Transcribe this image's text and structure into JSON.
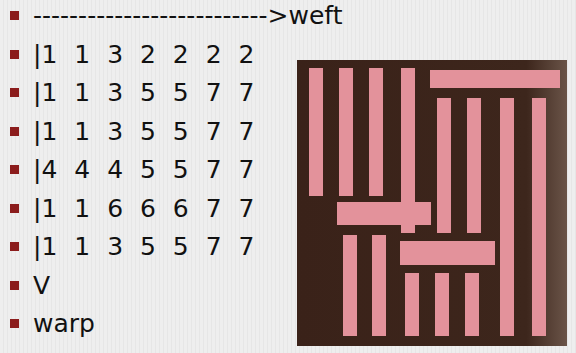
{
  "diagram": {
    "labels": [
      "-------------------------->weft",
      "|1 1 3 2 2 2 2",
      "|1 1 3 5 5 7 7",
      "|1 1 3 5 5 7 7",
      "|4 4 4 5 5 7 7",
      "|1 1 6 6 6 7 7",
      "|1 1 3 5 5 7 7",
      "V",
      "warp"
    ]
  }
}
